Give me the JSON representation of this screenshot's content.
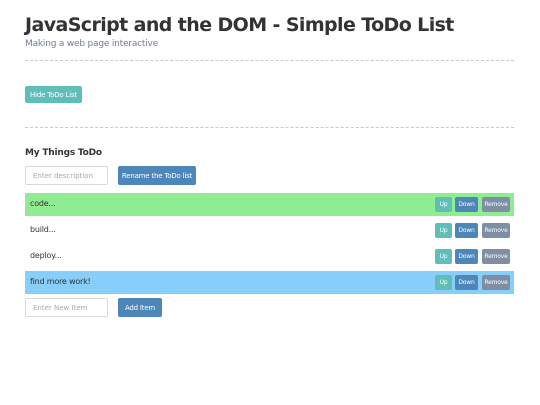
{
  "header": {
    "title": "JavaScript and the DOM - Simple ToDo List",
    "subtitle": "Making a web page interactive"
  },
  "toggle_button_label": "Hide ToDo List",
  "list": {
    "title": "My Things ToDo",
    "description_placeholder": "Enter description",
    "rename_button_label": "Rename the ToDo list",
    "items": [
      {
        "label": "code...",
        "state": "completed",
        "color": "#90ec91"
      },
      {
        "label": "build...",
        "state": "normal",
        "color": "#ffffff"
      },
      {
        "label": "deploy...",
        "state": "normal",
        "color": "#ffffff"
      },
      {
        "label": "find more work!",
        "state": "highlighted",
        "color": "#87cefa"
      }
    ],
    "item_buttons": {
      "up": "Up",
      "down": "Down",
      "remove": "Remove"
    },
    "new_item_placeholder": "Enter New Item",
    "add_button_label": "Add Item"
  },
  "colors": {
    "teal_button": "#5fbeb8",
    "blue_button": "#4d86b8",
    "gray_button": "#7e8ea3"
  }
}
